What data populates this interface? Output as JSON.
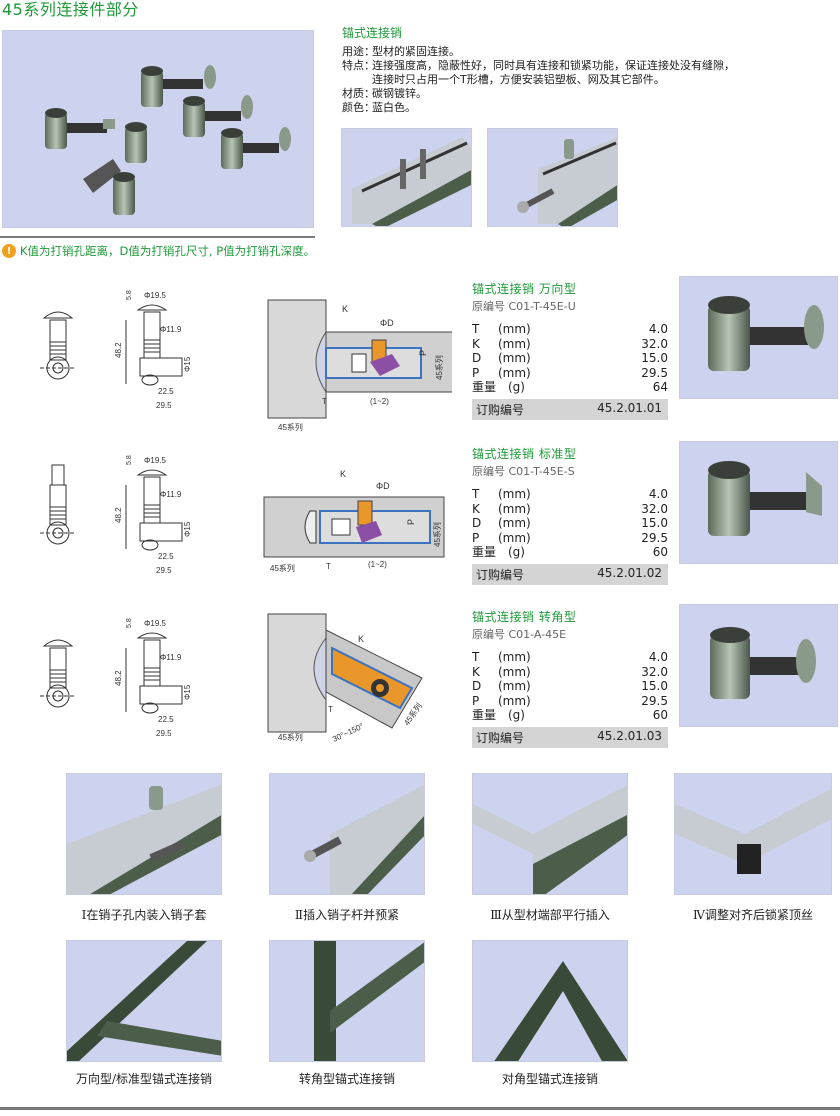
{
  "page_title": "45系列连接件部分",
  "intro": {
    "title": "锚式连接销",
    "rows": [
      {
        "key": "用途：",
        "lines": [
          "型材的紧固连接。"
        ]
      },
      {
        "key": "特点：",
        "lines": [
          "连接强度高，隐蔽性好，同时具有连接和锁紧功能，保证连接处没有缝隙，",
          "连接时只占用一个T形槽，方便安装铝塑板、网及其它部件。"
        ]
      },
      {
        "key": "材质：",
        "lines": [
          "碳钢镀锌。"
        ]
      },
      {
        "key": "颜色：",
        "lines": [
          "蓝白色。"
        ]
      }
    ]
  },
  "note": "K值为打销孔距离，D值为打销孔尺寸, P值为打销孔深度。",
  "drawing_labels": {
    "d1": "Φ19.5",
    "d2": "Φ11.9",
    "h1": "5.8",
    "h2": "48.2",
    "d3": "Φ15",
    "w1": "22.5",
    "w2": "29.5",
    "K": "K",
    "D": "ΦD",
    "P": "P",
    "T": "T",
    "gap": "(1~2)",
    "series": "45系列",
    "angle": "30°~150°"
  },
  "products": [
    {
      "title": "锚式连接销  万向型",
      "code": "原编号 C01-T-45E-U",
      "specs": [
        {
          "sym": "T",
          "unit": "(mm)",
          "value": "4.0"
        },
        {
          "sym": "K",
          "unit": "(mm)",
          "value": "32.0"
        },
        {
          "sym": "D",
          "unit": "(mm)",
          "value": "15.0"
        },
        {
          "sym": "P",
          "unit": "(mm)",
          "value": "29.5"
        },
        {
          "sym": "重量",
          "unit": "(g)",
          "value": "64"
        }
      ],
      "order_label": "订购编号",
      "order_no": "45.2.01.01"
    },
    {
      "title": "锚式连接销  标准型",
      "code": "原编号 C01-T-45E-S",
      "specs": [
        {
          "sym": "T",
          "unit": "(mm)",
          "value": "4.0"
        },
        {
          "sym": "K",
          "unit": "(mm)",
          "value": "32.0"
        },
        {
          "sym": "D",
          "unit": "(mm)",
          "value": "15.0"
        },
        {
          "sym": "P",
          "unit": "(mm)",
          "value": "29.5"
        },
        {
          "sym": "重量",
          "unit": "(g)",
          "value": "60"
        }
      ],
      "order_label": "订购编号",
      "order_no": "45.2.01.02"
    },
    {
      "title": "锚式连接销 转角型",
      "code": "原编号 C01-A-45E",
      "specs": [
        {
          "sym": "T",
          "unit": "(mm)",
          "value": "4.0"
        },
        {
          "sym": "K",
          "unit": "(mm)",
          "value": "32.0"
        },
        {
          "sym": "D",
          "unit": "(mm)",
          "value": "15.0"
        },
        {
          "sym": "P",
          "unit": "(mm)",
          "value": "29.5"
        },
        {
          "sym": "重量",
          "unit": "(g)",
          "value": "60"
        }
      ],
      "order_label": "订购编号",
      "order_no": "45.2.01.03"
    }
  ],
  "steps": [
    "Ⅰ在销子孔内装入销子套",
    "Ⅱ插入销子杆并预紧",
    "Ⅲ从型材端部平行插入",
    "Ⅳ调整对齐后锁紧顶丝"
  ],
  "types": [
    "万向型/标准型锚式连接销",
    "转角型锚式连接销",
    "对角型锚式连接销"
  ],
  "colors": {
    "accent": "#1f9a3a",
    "photo_bg": "#cdd3ee",
    "order_bg": "#d4d4d4",
    "note_icon": "#f0a21c"
  }
}
